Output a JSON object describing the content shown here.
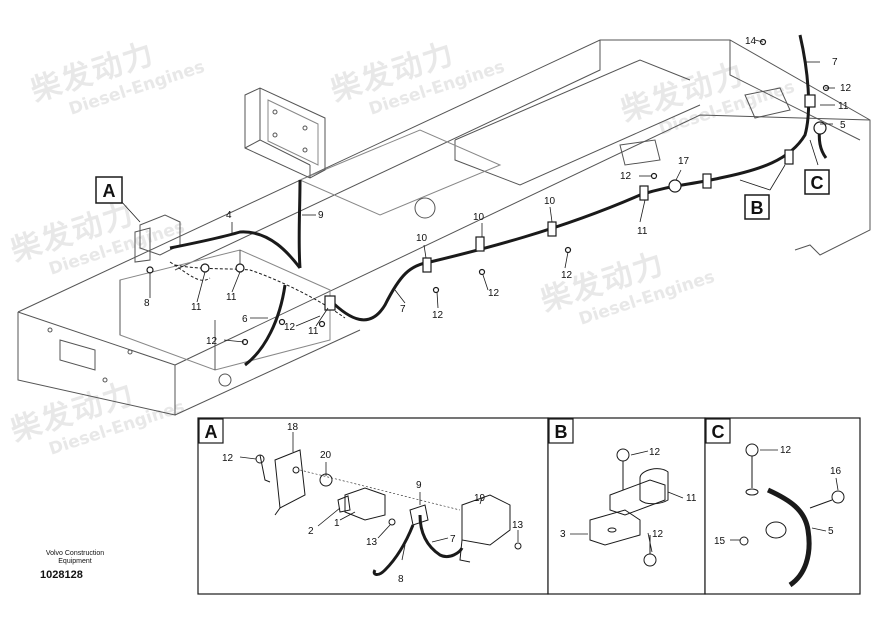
{
  "watermark": {
    "zh": "柴发动力",
    "en": "Diesel-Engines"
  },
  "main_callouts": {
    "n14": "14",
    "n7a": "7",
    "n12a": "12",
    "n11a": "11",
    "n5": "5",
    "n4": "4",
    "n9": "9",
    "n17": "17",
    "n12b": "12",
    "n10a": "10",
    "n10b": "10",
    "n10c": "10",
    "n11b": "11",
    "n12c": "12",
    "n12d": "12",
    "n8": "8",
    "n11c": "11",
    "n11d": "11",
    "n6": "6",
    "n12e": "12",
    "n11e": "11",
    "n12f": "12",
    "n7b": "7",
    "n12g": "12"
  },
  "letters": {
    "A": "A",
    "B": "B",
    "C": "C"
  },
  "detail_A": {
    "label": "A",
    "n18": "18",
    "n12": "12",
    "n20": "20",
    "n9": "9",
    "n19": "19",
    "n2": "2",
    "n1": "1",
    "n13a": "13",
    "n7": "7",
    "n13b": "13",
    "n8": "8"
  },
  "detail_B": {
    "label": "B",
    "n12a": "12",
    "n11": "11",
    "n3": "3",
    "n12b": "12"
  },
  "detail_C": {
    "label": "C",
    "n12": "12",
    "n16": "16",
    "n15": "15",
    "n5": "5"
  },
  "footer": {
    "company_line1": "Volvo Construction",
    "company_line2": "Equipment",
    "doc_number": "1028128"
  },
  "colors": {
    "line": "#1a1a1a",
    "frame": "#555555",
    "watermark": "#e8e8e8"
  }
}
